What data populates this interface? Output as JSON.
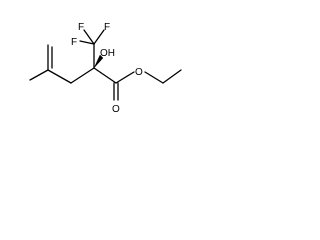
{
  "molecule": {
    "atom_labels": {
      "f_top_left": "F",
      "f_top_right": "F",
      "f_left": "F",
      "hydroxyl": "OH",
      "carbonyl_oxygen": "O",
      "ester_oxygen": "O"
    },
    "colors": {
      "bond": "#000000",
      "label": "#000000",
      "background": "#ffffff"
    }
  }
}
